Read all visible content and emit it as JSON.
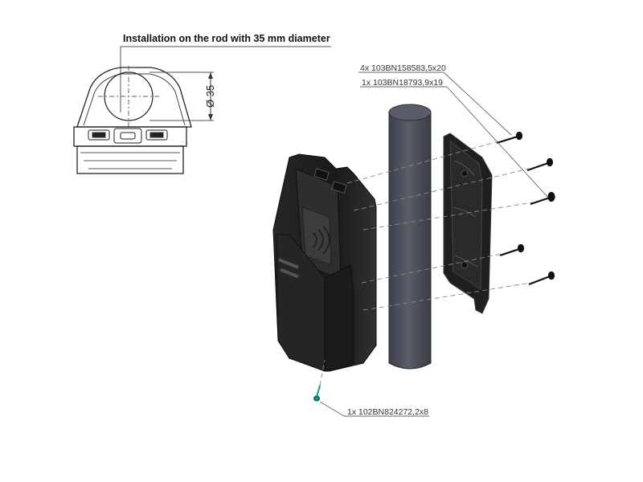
{
  "top_view": {
    "title": "Installation on the rod with 35 mm diameter",
    "dimension_label": "Ø 35"
  },
  "exploded_view": {
    "parts": [
      {
        "label": "4x 103BN158583,5x20"
      },
      {
        "label": "1x 103BN18793,9x19"
      },
      {
        "label": "1x 102BN824272,2x8"
      }
    ]
  },
  "colors": {
    "body": "#1e1e1e",
    "body_edge": "#3a3a3a",
    "rod": "#4a4d57",
    "rod_highlight": "#6b6e78",
    "lines": "#7a7a7a",
    "screw_accent": "#1aa89a"
  }
}
